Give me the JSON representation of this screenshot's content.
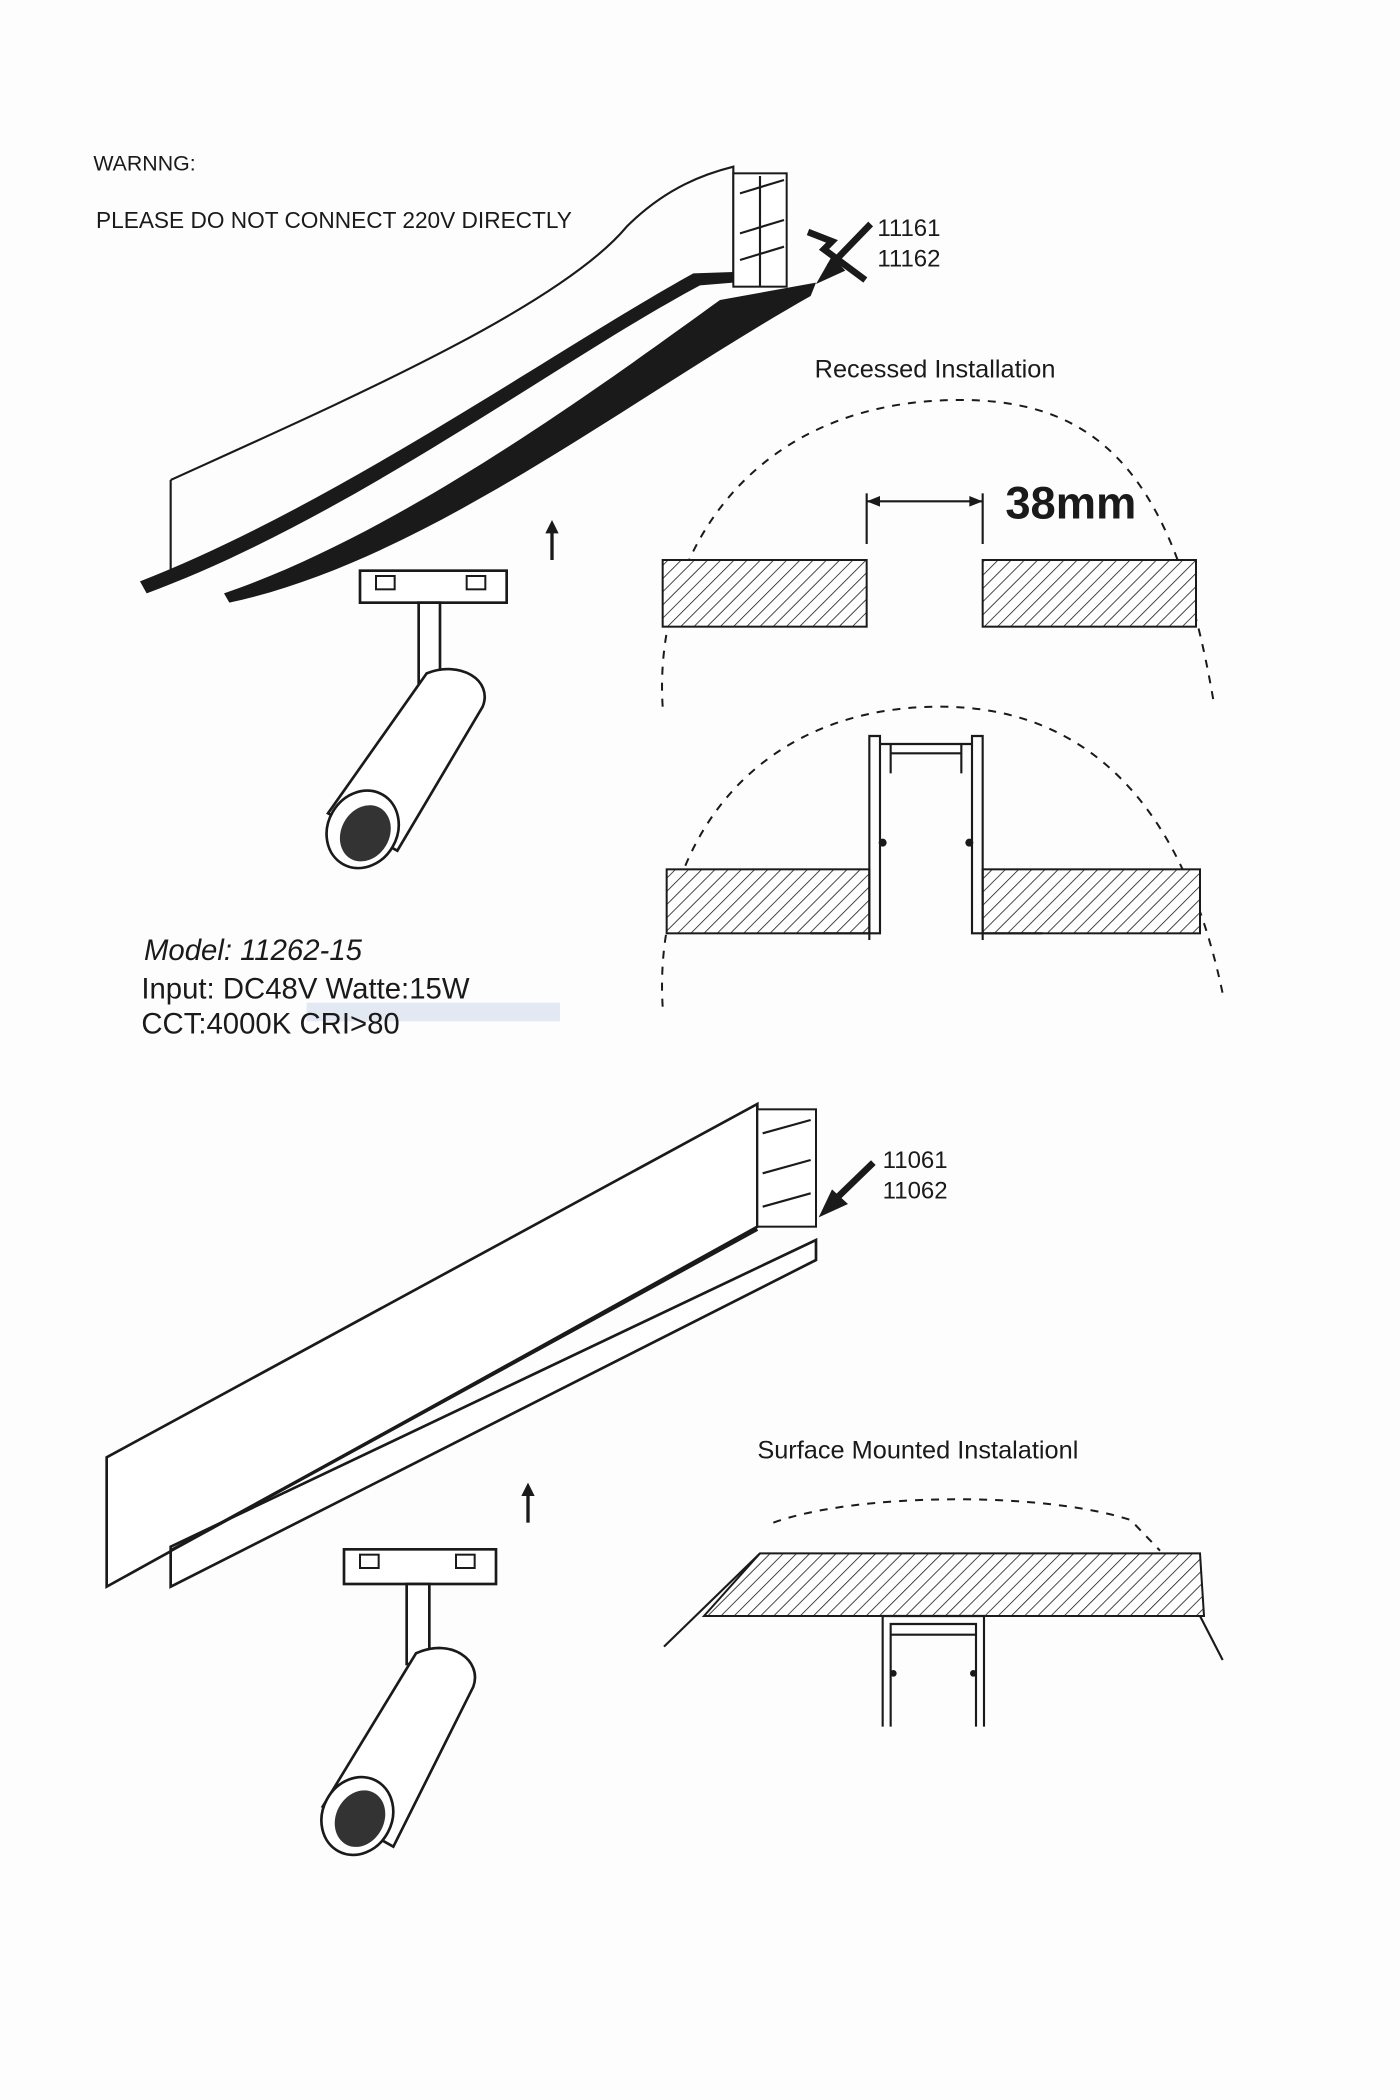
{
  "warning": {
    "title": "WARNNG:",
    "message": "PLEASE DO NOT CONNECT 220V DIRECTLY"
  },
  "recessed_track": {
    "part_numbers": [
      "11161",
      "11162"
    ],
    "section_title": "Recessed Installation",
    "gap_dimension": "38mm"
  },
  "spec": {
    "model": "Model:  11262-15",
    "input": "Input:  DC48V Watte:15W",
    "cct": "CCT:4000K CRI>80"
  },
  "surface_track": {
    "part_numbers": [
      "11061",
      "11062"
    ],
    "section_title": "Surface Mounted Instalationl"
  },
  "colors": {
    "ink": "#1a1a1a",
    "paper": "#fdfdfd",
    "highlight": "#c9d6e8"
  }
}
